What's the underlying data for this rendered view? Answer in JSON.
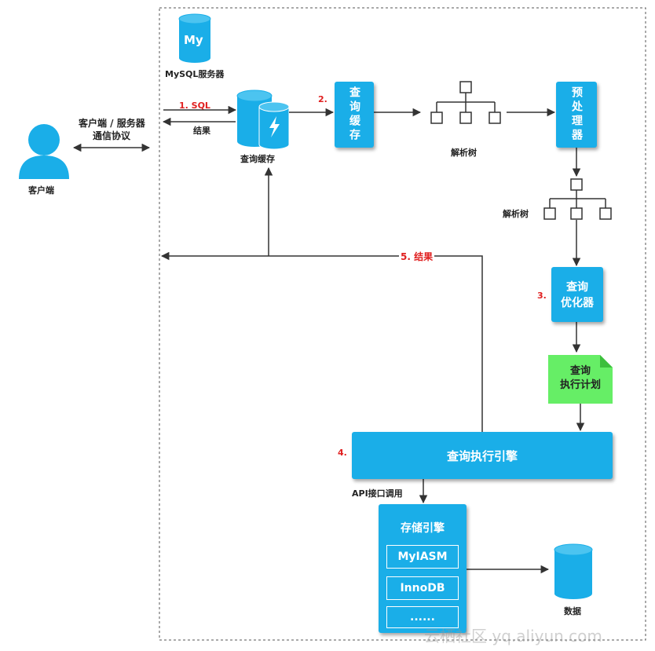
{
  "mysql_logo_text": "My",
  "labels": {
    "mysql_server": "MySQL服务器",
    "client": "客户端",
    "protocol_line1": "客户端 / 服务器",
    "protocol_line2": "通信协议",
    "step1_sql": "1. SQL",
    "result_small": "结果",
    "query_cache": "查询缓存",
    "step2": "2.",
    "parse_tree_top": "解析树",
    "parse_tree_side": "解析树",
    "step3": "3.",
    "step4": "4.",
    "step5_result": "5. 结果",
    "api_call": "API接口调用",
    "data": "数据"
  },
  "boxes": {
    "query_cache_box": "查询缓存",
    "preprocessor": "预处理器",
    "optimizer_line1": "查询",
    "optimizer_line2": "优化器",
    "plan_line1": "查询",
    "plan_line2": "执行计划",
    "execution_engine": "查询执行引擎",
    "storage_engine": "存储引擎",
    "engines": [
      "MyIASM",
      "InnoDB",
      "......"
    ]
  },
  "watermark": "云栖社区 yq.aliyun.com",
  "colors": {
    "primary_blue": "#1aaee8",
    "plan_green": "#66ee66",
    "step_red": "#e02020",
    "border_dashed": "#555555"
  }
}
